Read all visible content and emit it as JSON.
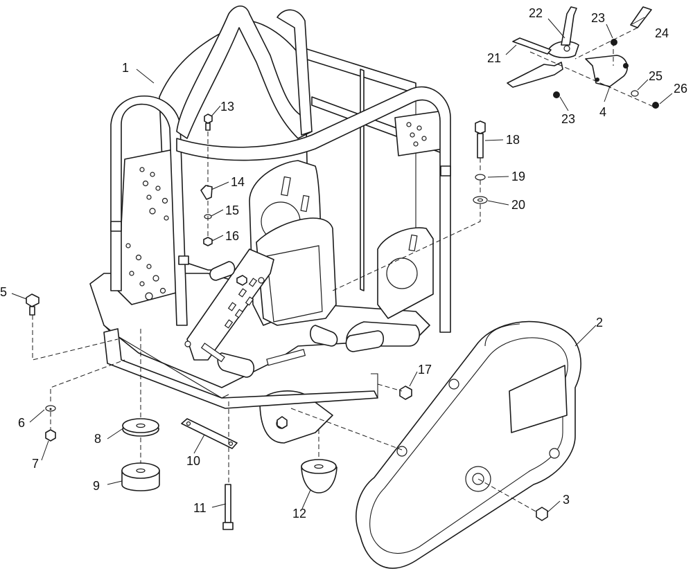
{
  "callouts": [
    "1",
    "2",
    "3",
    "4",
    "5",
    "6",
    "7",
    "8",
    "9",
    "10",
    "11",
    "12",
    "13",
    "14",
    "15",
    "16",
    "17",
    "18",
    "19",
    "20",
    "21",
    "22",
    "23",
    "23",
    "24",
    "25",
    "26"
  ],
  "colors": {
    "line": "#1a1a1a",
    "background": "#ffffff"
  }
}
